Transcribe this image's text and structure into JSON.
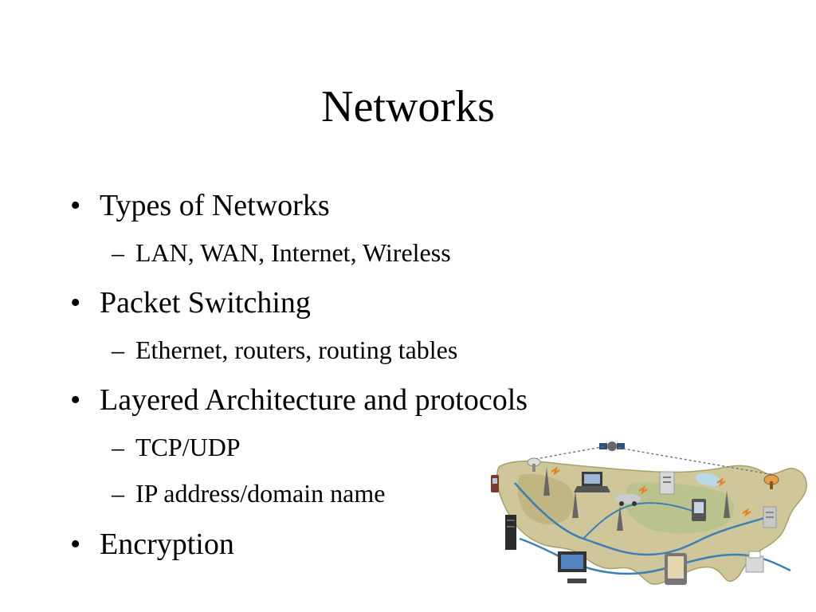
{
  "slide": {
    "title": "Networks",
    "bullets": [
      {
        "level": 1,
        "marker": "•",
        "text": "Types of Networks"
      },
      {
        "level": 2,
        "marker": "–",
        "text": "LAN, WAN, Internet, Wireless"
      },
      {
        "level": 1,
        "marker": "•",
        "text": "Packet Switching"
      },
      {
        "level": 2,
        "marker": "–",
        "text": "Ethernet, routers, routing tables"
      },
      {
        "level": 1,
        "marker": "•",
        "text": "Layered Architecture and protocols"
      },
      {
        "level": 2,
        "marker": "–",
        "text": "TCP/UDP"
      },
      {
        "level": 2,
        "marker": "–",
        "text": "IP address/domain name"
      },
      {
        "level": 1,
        "marker": "•",
        "text": "Encryption"
      }
    ]
  },
  "graphic": {
    "subject": "network-map-illustration",
    "colors": {
      "land": "#cfc79a",
      "water": "#b9d9e6",
      "cable": "#3d7fb5",
      "signal": "#e87d1e"
    }
  }
}
